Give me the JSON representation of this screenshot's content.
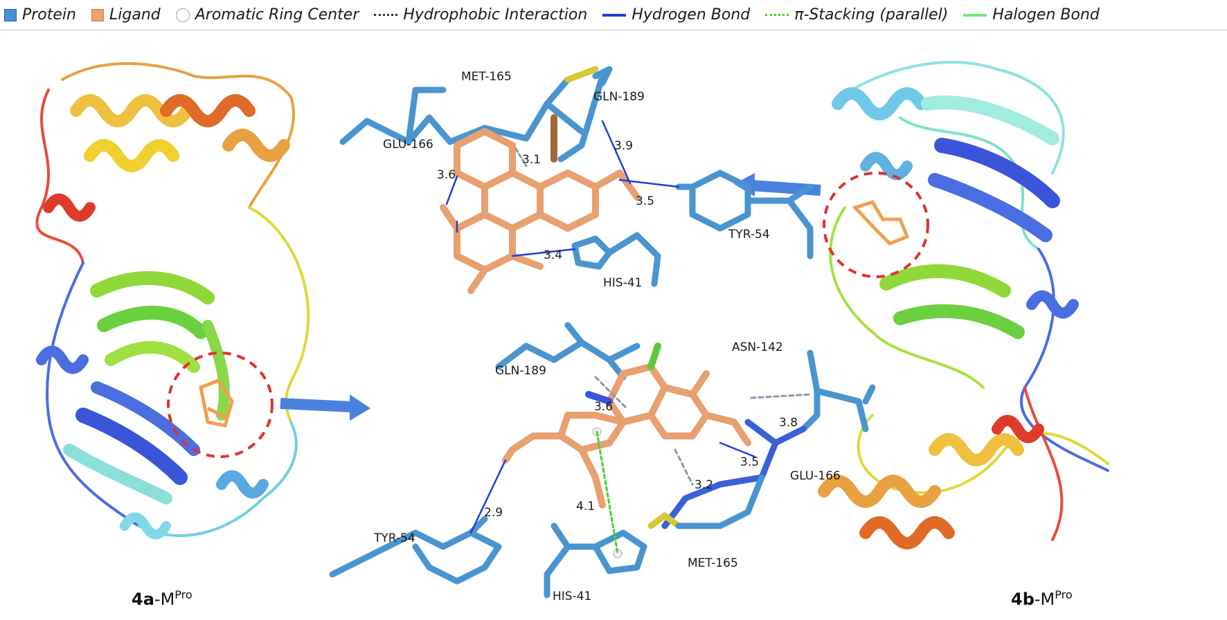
{
  "legend": {
    "protein": "Protein",
    "ligand": "Ligand",
    "ring": "Aromatic Ring Center",
    "hydrophobic": "Hydrophobic Interaction",
    "hbond": "Hydrogen Bond",
    "pi": "π-Stacking (parallel)",
    "halogen": "Halogen Bond"
  },
  "colors": {
    "protein": "#4a90d9",
    "ligand": "#f0a070",
    "hbond": "#1f3fd4",
    "pi": "#44d42a",
    "halogen": "#78e87a",
    "highlight": "#e03030"
  },
  "top_panel": {
    "residues": [
      "MET-165",
      "GLN-189",
      "GLU-166",
      "3.1",
      "3.9",
      "3.6",
      "3.5",
      "TYR-54",
      "3.4",
      "HIS-41"
    ]
  },
  "bottom_panel": {
    "residues": [
      "GLN-189",
      "ASN-142",
      "3.6",
      "3.8",
      "3.5",
      "GLU-166",
      "3.2",
      "2.9",
      "4.1",
      "TYR-54",
      "HIS-41",
      "MET-165"
    ]
  },
  "captions": {
    "left_bold": "4a",
    "left_rest": "-M",
    "left_sup": "Pro",
    "right_bold": "4b",
    "right_rest": "-M",
    "right_sup": "Pro"
  }
}
